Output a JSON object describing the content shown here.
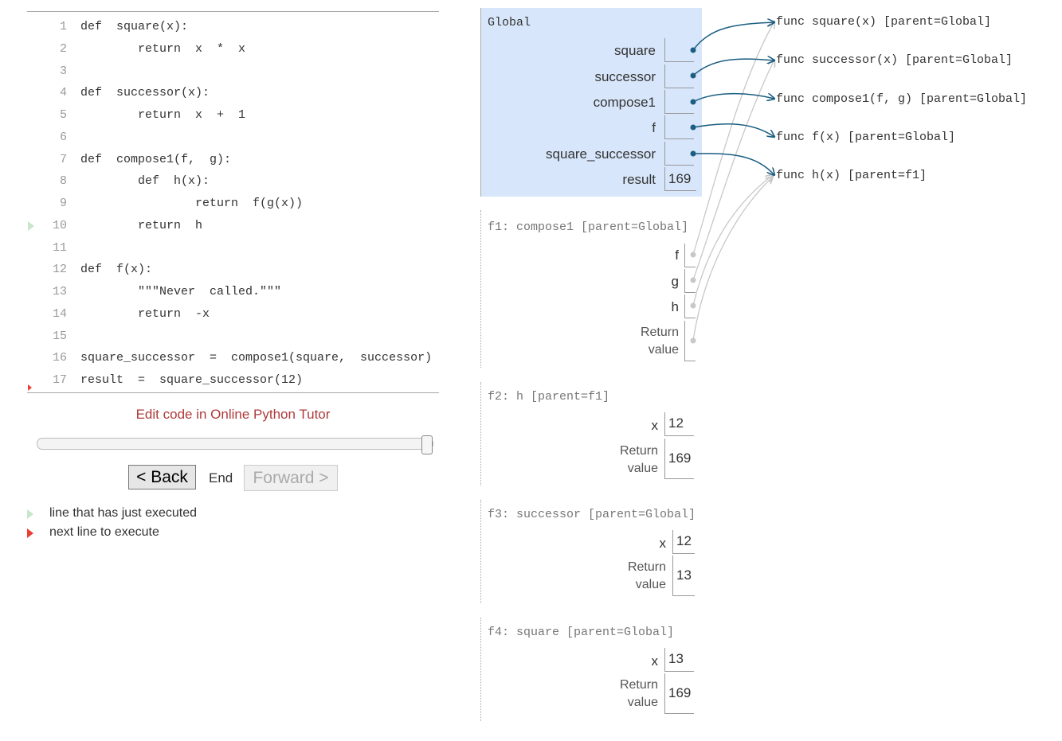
{
  "code": {
    "lines": [
      {
        "num": "1",
        "text": "def  square(x):"
      },
      {
        "num": "2",
        "text": "        return  x  *  x"
      },
      {
        "num": "3",
        "text": ""
      },
      {
        "num": "4",
        "text": "def  successor(x):"
      },
      {
        "num": "5",
        "text": "        return  x  +  1"
      },
      {
        "num": "6",
        "text": ""
      },
      {
        "num": "7",
        "text": "def  compose1(f,  g):"
      },
      {
        "num": "8",
        "text": "        def  h(x):"
      },
      {
        "num": "9",
        "text": "                return  f(g(x))"
      },
      {
        "num": "10",
        "text": "        return  h"
      },
      {
        "num": "11",
        "text": ""
      },
      {
        "num": "12",
        "text": "def  f(x):"
      },
      {
        "num": "13",
        "text": "        \"\"\"Never  called.\"\"\""
      },
      {
        "num": "14",
        "text": "        return  -x"
      },
      {
        "num": "15",
        "text": ""
      },
      {
        "num": "16",
        "text": "square_successor  =  compose1(square,  successor)"
      },
      {
        "num": "17",
        "text": "result  =  square_successor(12)"
      }
    ]
  },
  "controls": {
    "edit_link": "Edit code in Online Python Tutor",
    "back_label": "< Back",
    "end_label": "End",
    "forward_label": "Forward >"
  },
  "legend": {
    "just_executed": "line that has just executed",
    "next_line": "next line to execute"
  },
  "colors": {
    "global_bg": "#d7e6fa",
    "arrow_dark": "#1b5e82",
    "arrow_light": "#c8c8c8",
    "green_arrow": "#c9e6ca",
    "red_arrow": "#e93f34",
    "edit_link": "#b03a3a"
  },
  "global_frame": {
    "title": "Global",
    "vars": [
      {
        "name": "square",
        "value": ""
      },
      {
        "name": "successor",
        "value": ""
      },
      {
        "name": "compose1",
        "value": ""
      },
      {
        "name": "f",
        "value": ""
      },
      {
        "name": "square_successor",
        "value": ""
      },
      {
        "name": "result",
        "value": "169"
      }
    ]
  },
  "frames": [
    {
      "title": "f1: compose1 [parent=Global]",
      "vars": [
        {
          "name": "f",
          "value": ""
        },
        {
          "name": "g",
          "value": ""
        },
        {
          "name": "h",
          "value": ""
        }
      ],
      "return_label_1": "Return",
      "return_label_2": "value",
      "return_value": ""
    },
    {
      "title": "f2: h [parent=f1]",
      "vars": [
        {
          "name": "x",
          "value": "12"
        }
      ],
      "return_label_1": "Return",
      "return_label_2": "value",
      "return_value": "169"
    },
    {
      "title": "f3: successor [parent=Global]",
      "vars": [
        {
          "name": "x",
          "value": "12"
        }
      ],
      "return_label_1": "Return",
      "return_label_2": "value",
      "return_value": "13"
    },
    {
      "title": "f4: square [parent=Global]",
      "vars": [
        {
          "name": "x",
          "value": "13"
        }
      ],
      "return_label_1": "Return",
      "return_label_2": "value",
      "return_value": "169"
    }
  ],
  "heap": [
    "func square(x) [parent=Global]",
    "func successor(x) [parent=Global]",
    "func compose1(f,  g) [parent=Global]",
    "func f(x) [parent=Global]",
    "func h(x) [parent=f1]"
  ]
}
